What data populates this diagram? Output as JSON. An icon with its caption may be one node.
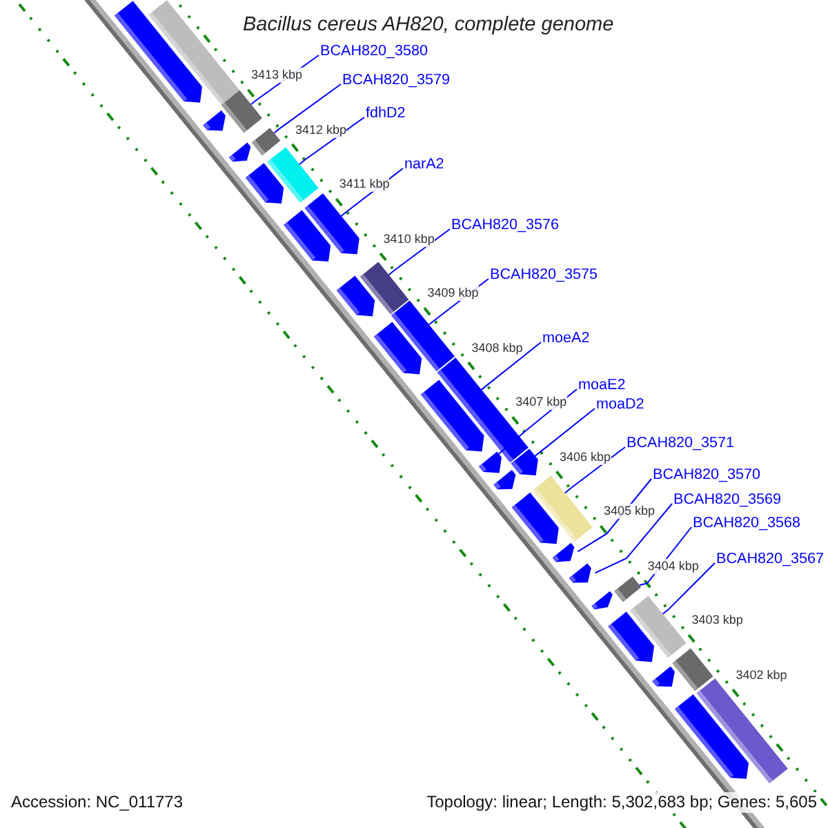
{
  "diagram": {
    "title": "Bacillus cereus AH820, complete genome",
    "nodes": [
      {
        "text": [
          "BCAH820_3580"
        ]
      },
      {
        "text": [
          "BCAH820_3579"
        ]
      },
      {
        "text": [
          "fdhD2"
        ]
      },
      {
        "text": [
          "narA2"
        ]
      },
      {
        "text": [
          "BCAH820_3576"
        ]
      },
      {
        "text": [
          "BCAH820_3575"
        ]
      },
      {
        "text": [
          "moeA2"
        ]
      },
      {
        "text": [
          "moaE2"
        ]
      },
      {
        "text": [
          "moaD2"
        ]
      },
      {
        "text": [
          "BCAH820_3571"
        ]
      },
      {
        "text": [
          "BCAH820_3570"
        ]
      },
      {
        "text": [
          "BCAH820_3569"
        ]
      },
      {
        "text": [
          "BCAH820_3568"
        ]
      },
      {
        "text": [
          "BCAH820_3567"
        ]
      },
      {
        "text": [],
        "shape": "bar"
      },
      {
        "text": [],
        "shape": "arrow"
      },
      {
        "text": [],
        "shape": "bar"
      },
      {
        "text": [],
        "shape": "arrow"
      },
      {
        "text": [],
        "shape": "arrow"
      },
      {
        "text": [],
        "shape": "bar"
      },
      {
        "text": [],
        "shape": "arrow"
      },
      {
        "text": [],
        "shape": "bar"
      },
      {
        "text": [],
        "shape": "arrow"
      },
      {
        "text": [],
        "shape": "arrow"
      },
      {
        "text": [],
        "shape": "arrow"
      },
      {
        "text": [],
        "shape": "bar"
      },
      {
        "text": [],
        "shape": "bar"
      },
      {
        "text": [],
        "shape": "arrow"
      },
      {
        "text": [],
        "shape": "bar"
      },
      {
        "text": [],
        "shape": "arrow"
      },
      {
        "text": [],
        "shape": "arrow"
      },
      {
        "text": [],
        "shape": "arrow"
      },
      {
        "text": [],
        "shape": "arrow"
      },
      {
        "text": [],
        "shape": "bar"
      },
      {
        "text": [],
        "shape": "arrow"
      },
      {
        "text": [],
        "shape": "arrow"
      },
      {
        "text": [],
        "shape": "arrow"
      },
      {
        "text": [],
        "shape": "arrow"
      },
      {
        "text": [],
        "shape": "bar"
      },
      {
        "text": [],
        "shape": "bar"
      },
      {
        "text": [],
        "shape": "arrow"
      },
      {
        "text": [],
        "shape": "arrow"
      },
      {
        "text": [],
        "shape": "bar"
      },
      {
        "text": [],
        "shape": "arrow"
      },
      {
        "text": [],
        "shape": "bar"
      }
    ],
    "edges": [
      {
        "from": 0,
        "to": 16,
        "arrow": "none"
      },
      {
        "from": 1,
        "to": 19,
        "arrow": "none"
      },
      {
        "from": 2,
        "to": 21,
        "arrow": "none"
      },
      {
        "from": 3,
        "to": 22,
        "arrow": "none"
      },
      {
        "from": 4,
        "to": 25,
        "arrow": "none"
      },
      {
        "from": 5,
        "to": 26,
        "arrow": "none"
      },
      {
        "from": 6,
        "to": 28,
        "arrow": "none"
      },
      {
        "from": 7,
        "to": 30,
        "arrow": "none"
      },
      {
        "from": 8,
        "to": 31,
        "arrow": "none"
      },
      {
        "from": 9,
        "to": 33,
        "arrow": "none"
      },
      {
        "from": 10,
        "to": 35,
        "arrow": "none"
      },
      {
        "from": 11,
        "to": 36,
        "arrow": "none"
      },
      {
        "from": 12,
        "to": 38,
        "arrow": "none"
      },
      {
        "from": 13,
        "to": 39,
        "arrow": "none"
      }
    ],
    "labels": [
      "3413 kbp",
      "3412 kbp",
      "3411 kbp",
      "3410 kbp",
      "3409 kbp",
      "3408 kbp",
      "3407 kbp",
      "3406 kbp",
      "3405 kbp",
      "3404 kbp",
      "3403 kbp",
      "3402 kbp",
      "Accession: NC_011773",
      "Topology: linear; Length: 5,302,683 bp; Genes: 5,605"
    ]
  }
}
